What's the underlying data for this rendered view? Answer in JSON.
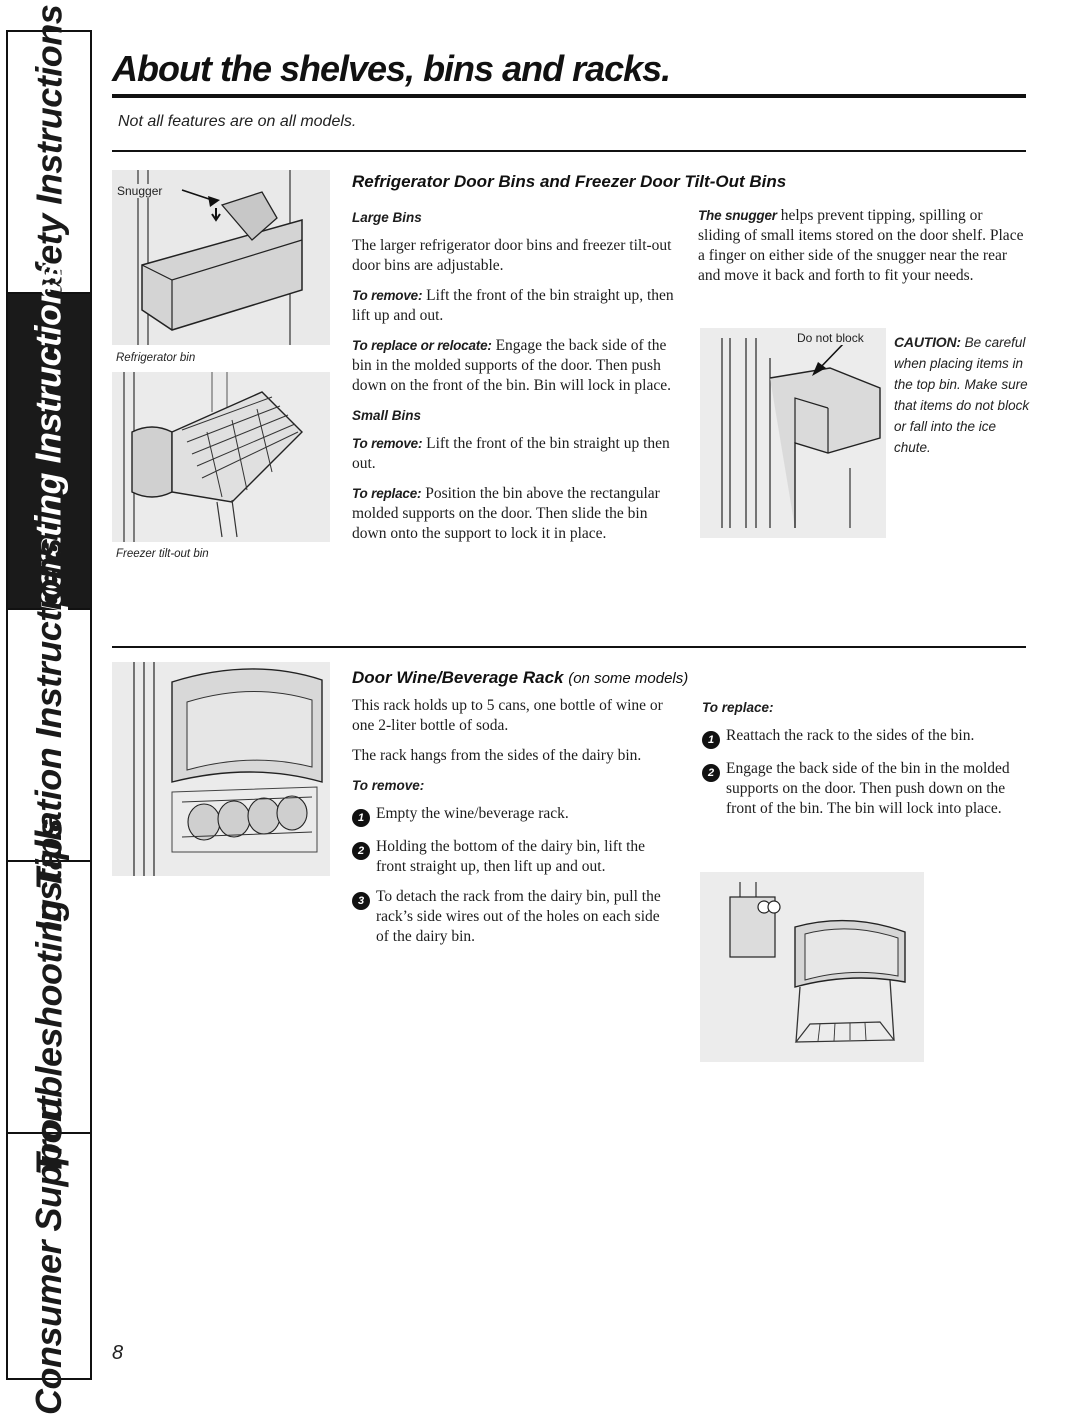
{
  "side_tabs": [
    {
      "label": "Safety Instructions",
      "active": false
    },
    {
      "label": "Operating Instructions",
      "active": true
    },
    {
      "label": "Installation Instructions",
      "active": false
    },
    {
      "label": "Troubleshooting Tips",
      "active": false
    },
    {
      "label": "Consumer Support",
      "active": false
    }
  ],
  "header": {
    "title": "About the shelves, bins and racks.",
    "subtitle": "Not all features are on all models."
  },
  "section1": {
    "heading": "Refrigerator Door Bins and Freezer Door Tilt-Out Bins",
    "snugger_label": "Snugger",
    "caption_refrigerator_bin": "Refrigerator bin",
    "caption_freezer_bin": "Freezer tilt-out bin",
    "large_bins_heading": "Large Bins",
    "large_bins_text": "The larger refrigerator door bins and freezer tilt-out door bins are adjustable.",
    "to_remove_lead": "To remove:",
    "to_remove_text": " Lift the front of the bin straight up, then lift up and out.",
    "to_replace_relocate_lead": "To replace or relocate:",
    "to_replace_relocate_text": " Engage the back side of the bin in the molded supports of the door. Then push down on the front of the bin. Bin will lock in place.",
    "small_bins_heading": "Small Bins",
    "small_remove_lead": "To remove:",
    "small_remove_text": " Lift the front of the bin straight up then out.",
    "small_replace_lead": "To replace:",
    "small_replace_text": " Position the bin above the rectangular molded supports on the door. Then slide the bin down onto the support to lock it in place.",
    "snugger_lead": "The snugger",
    "snugger_text": " helps prevent tipping, spilling or sliding of small items stored on the door shelf. Place a finger on either side of the snugger near the rear and move it back and forth to fit your needs.",
    "do_not_block_label": "Do not block",
    "caution_lead": "CAUTION:",
    "caution_text": " Be careful when placing items in the top bin. Make sure that items do not block or fall into the ice chute."
  },
  "section2": {
    "heading": "Door Wine/Beverage Rack",
    "heading_note": "(on some models)",
    "intro1": "This rack holds up to 5 cans, one bottle of wine or one 2-liter bottle of soda.",
    "intro2": "The rack hangs from the sides of the dairy bin.",
    "to_remove_heading": "To remove:",
    "remove_steps": [
      {
        "num": "1",
        "text": "Empty the wine/beverage rack."
      },
      {
        "num": "2",
        "text": "Holding the bottom of the dairy bin, lift the front straight up, then lift up and out."
      },
      {
        "num": "3",
        "text": "To detach the rack from the dairy bin, pull the rack’s side wires out of the holes on each side of the dairy bin."
      }
    ],
    "to_replace_heading": "To replace:",
    "replace_steps": [
      {
        "num": "1",
        "text": "Reattach the rack to the sides of the bin."
      },
      {
        "num": "2",
        "text": "Engage the back side of the bin in the molded supports on the door. Then push down on the front of the bin. The bin will lock into place."
      }
    ]
  },
  "page_number": "8"
}
